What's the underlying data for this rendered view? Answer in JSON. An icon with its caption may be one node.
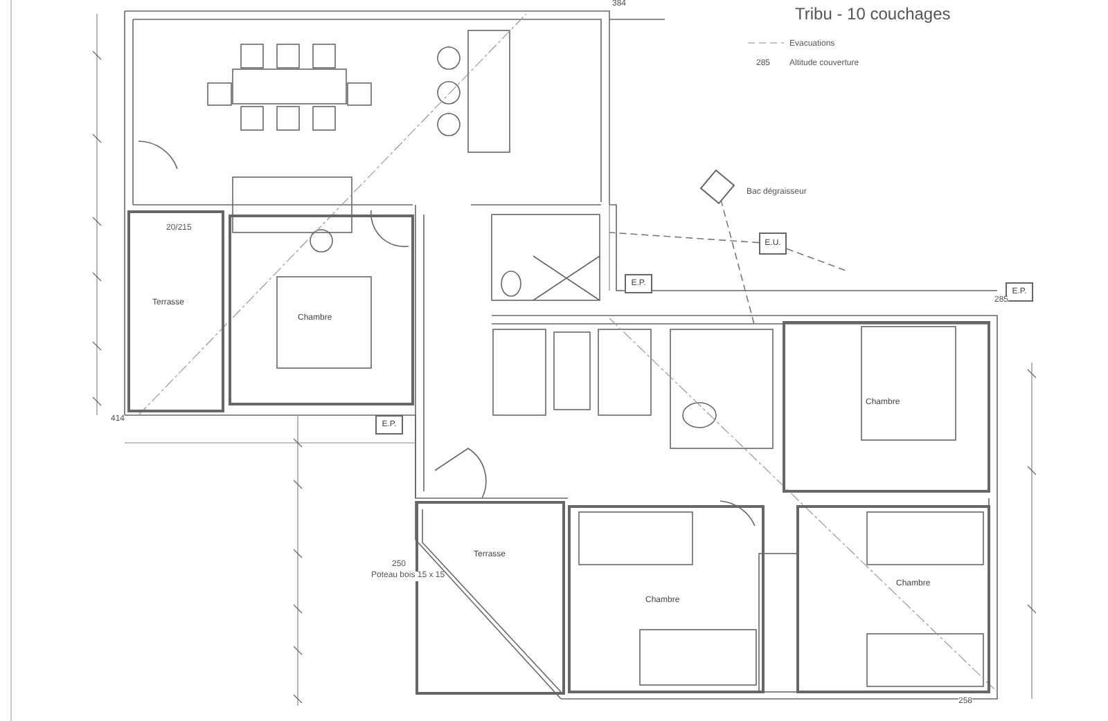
{
  "diagram": {
    "title": "Tribu - 10 couchages",
    "nodes": [
      {
        "text": [
          "Terrasse"
        ]
      },
      {
        "text": [
          "Chambre"
        ]
      },
      {
        "text": [
          "Chambre"
        ]
      },
      {
        "text": [
          "Terrasse"
        ]
      },
      {
        "text": [
          "Chambre"
        ]
      },
      {
        "text": [
          "Chambre"
        ]
      },
      {
        "text": [],
        "shape": "box",
        "beside": [
          "Bac dégraisseur"
        ]
      },
      {
        "text": [
          "E.U."
        ]
      },
      {
        "text": [
          "E.P."
        ]
      },
      {
        "text": [
          "E.P."
        ]
      },
      {
        "text": [
          "E.P."
        ]
      }
    ],
    "edges": [
      {
        "from": 6,
        "to": null,
        "arrow": "none",
        "style": "dashed"
      },
      {
        "from": 7,
        "to": null,
        "arrow": "none",
        "style": "dashed"
      },
      {
        "from": 7,
        "to": null,
        "arrow": "none",
        "style": "dashed"
      }
    ],
    "labels": [
      "Evacuations",
      "285",
      "Altitude couverture",
      "20/215",
      "250",
      "Poteau bois 15 x 15",
      "414",
      "384",
      "285",
      "258"
    ]
  }
}
